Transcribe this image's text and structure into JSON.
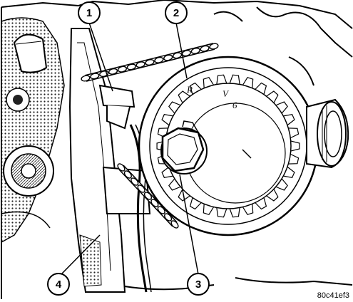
{
  "diagram": {
    "reference_code": "80c41ef3",
    "sprocket_markings": [
      "R",
      "V",
      "6"
    ],
    "callouts": [
      {
        "label": "1"
      },
      {
        "label": "2"
      },
      {
        "label": "3"
      },
      {
        "label": "4"
      }
    ]
  }
}
